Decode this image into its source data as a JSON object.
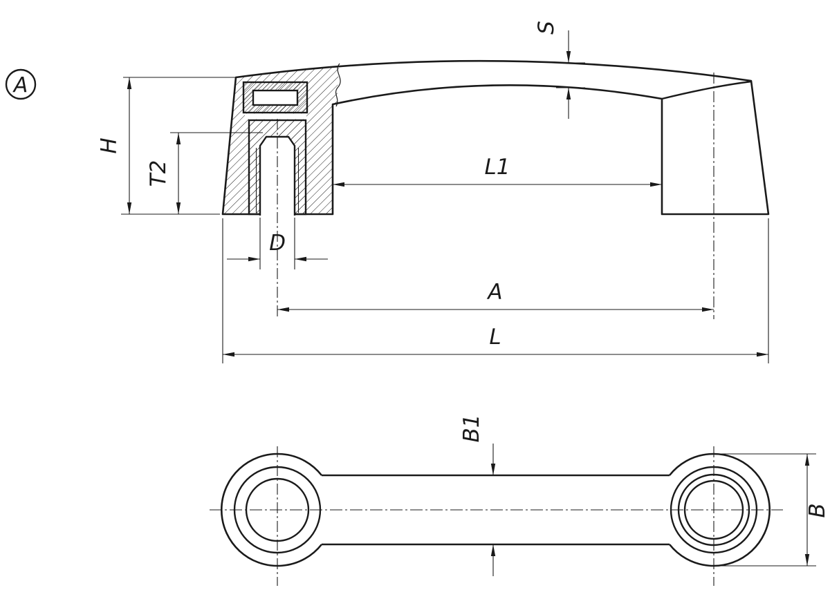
{
  "view_label": "A",
  "front_view": {
    "labels": {
      "s": "S",
      "h": "H",
      "t2": "T2",
      "d": "D",
      "l1": "L1",
      "a": "A",
      "l": "L"
    }
  },
  "bottom_view": {
    "labels": {
      "b1": "B1",
      "b": "B"
    }
  },
  "colors": {
    "line": "#1a1a1a",
    "background": "#ffffff"
  }
}
